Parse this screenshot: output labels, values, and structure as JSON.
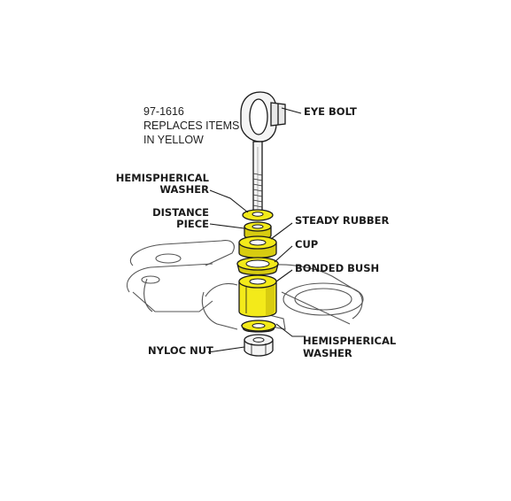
{
  "note": {
    "part_number": "97-1616",
    "line2": "REPLACES ITEMS",
    "line3": "IN YELLOW"
  },
  "labels": {
    "eye_bolt": "EYE BOLT",
    "hemispherical_washer_top_1": "HEMISPHERICAL",
    "hemispherical_washer_top_2": "WASHER",
    "distance_piece_1": "DISTANCE",
    "distance_piece_2": "PIECE",
    "steady_rubber": "STEADY RUBBER",
    "cup": "CUP",
    "bonded_bush": "BONDED BUSH",
    "hemispherical_washer_bottom_1": "HEMISPHERICAL",
    "hemispherical_washer_bottom_2": "WASHER",
    "nyloc_nut": "NYLOC NUT"
  },
  "colors": {
    "highlight": "#f3ea1a",
    "highlight_shade": "#d8cc10",
    "outline": "#1a1a1a",
    "metal": "#f4f4f4"
  }
}
